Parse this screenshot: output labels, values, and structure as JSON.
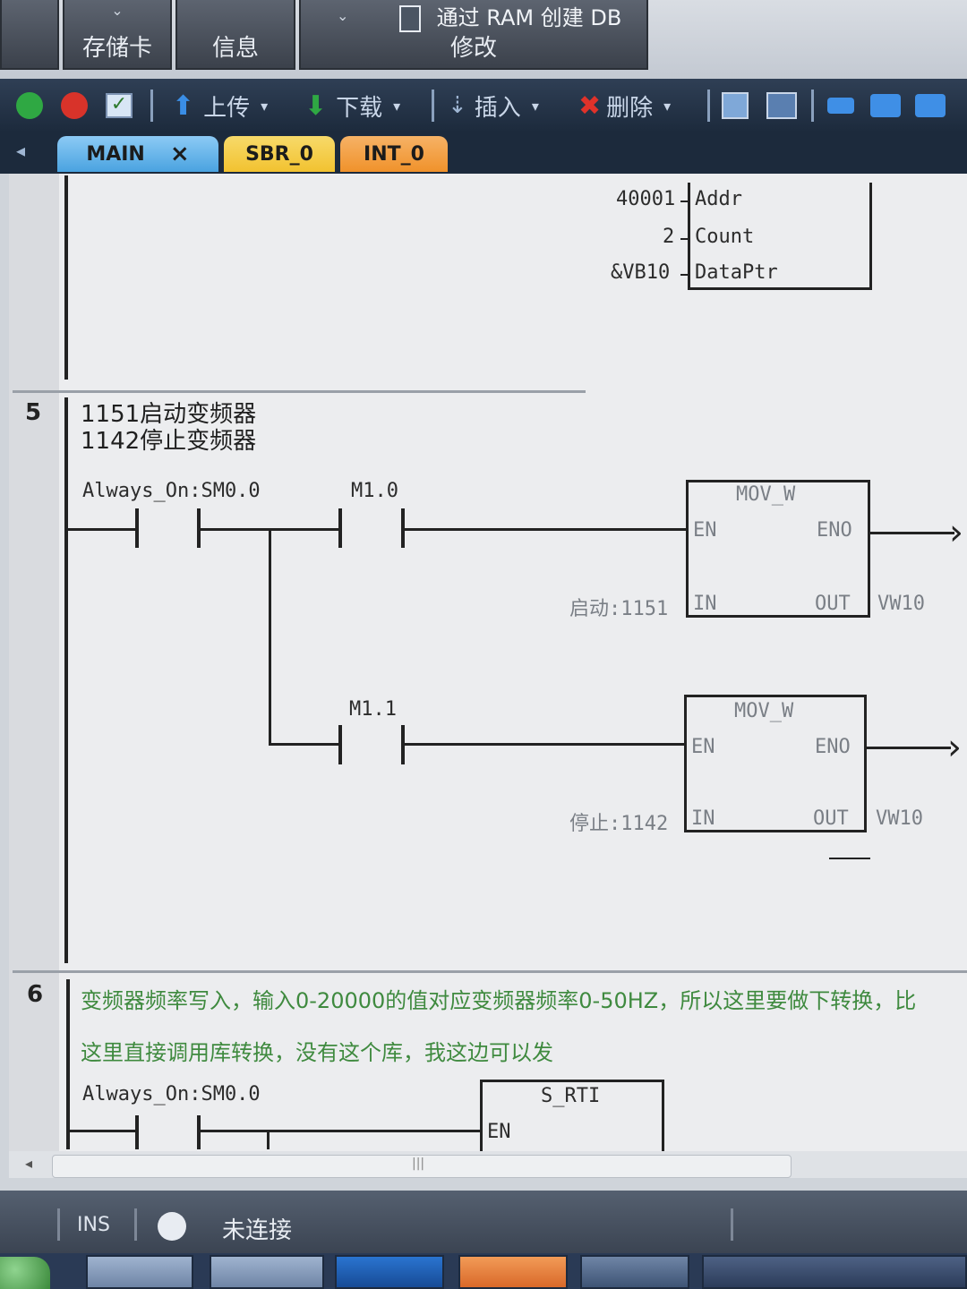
{
  "ribbon": {
    "groups": [
      {
        "label": "存储卡"
      },
      {
        "label": "信息"
      },
      {
        "label": "修改",
        "top_label": "通过 RAM 创建 DB"
      }
    ]
  },
  "toolbar": {
    "upload_label": "上传",
    "download_label": "下载",
    "insert_label": "插入",
    "delete_label": "删除"
  },
  "tabs": [
    {
      "label": "MAIN",
      "close": "×",
      "color": "#4aa3e0"
    },
    {
      "label": "SBR_0",
      "color": "#f2c230"
    },
    {
      "label": "INT_0",
      "color": "#f0922b"
    }
  ],
  "network4_tail": {
    "params": [
      {
        "value": "40001",
        "pin": "Addr"
      },
      {
        "value": "2",
        "pin": "Count"
      },
      {
        "value": "&VB10",
        "pin": "DataPtr"
      }
    ]
  },
  "network5": {
    "number": "5",
    "comment_lines": [
      "1151启动变频器",
      "1142停止变频器"
    ],
    "contact_main": "Always_On:SM0.0",
    "contact_a": "M1.0",
    "contact_b": "M1.1",
    "block_a": {
      "title": "MOV_W",
      "en": "EN",
      "eno": "ENO",
      "in_pin": "IN",
      "out_pin": "OUT",
      "in_value": "启动:1151",
      "out_value": "VW10"
    },
    "block_b": {
      "title": "MOV_W",
      "en": "EN",
      "eno": "ENO",
      "in_pin": "IN",
      "out_pin": "OUT",
      "in_value": "停止:1142",
      "out_value": "VW10"
    }
  },
  "network6": {
    "number": "6",
    "comment_line1": "变频器频率写入，输入0-20000的值对应变频器频率0-50HZ，所以这里要做下转换，比",
    "comment_line2": "这里直接调用库转换，没有这个库，我这边可以发",
    "contact_main": "Always_On:SM0.0",
    "block": {
      "title": "S_RTI",
      "en": "EN"
    }
  },
  "scrollbar": {
    "thumb_mark": "|||"
  },
  "status": {
    "mode": "INS",
    "connection": "未连接"
  }
}
